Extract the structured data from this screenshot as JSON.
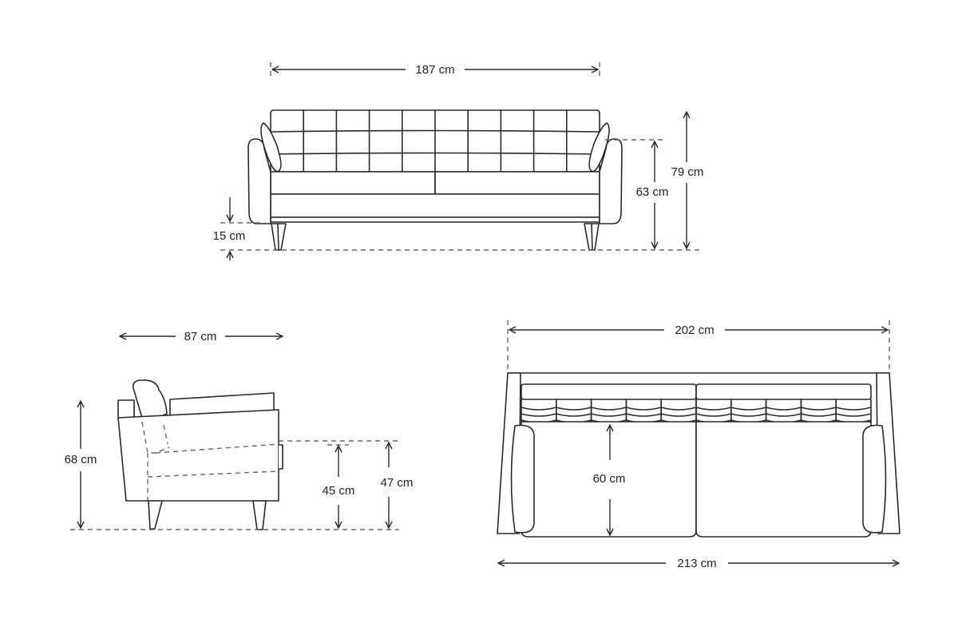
{
  "front_view": {
    "width_label": "187 cm",
    "total_height_label": "79 cm",
    "arm_height_label": "63 cm",
    "leg_height_label": "15 cm"
  },
  "side_view": {
    "depth_label": "87 cm",
    "height_label": "68 cm",
    "seat_height_label": "45 cm",
    "seat_height_front_label": "47 cm"
  },
  "top_view": {
    "inner_width_label": "202 cm",
    "seat_depth_label": "60 cm",
    "total_width_label": "213 cm"
  }
}
